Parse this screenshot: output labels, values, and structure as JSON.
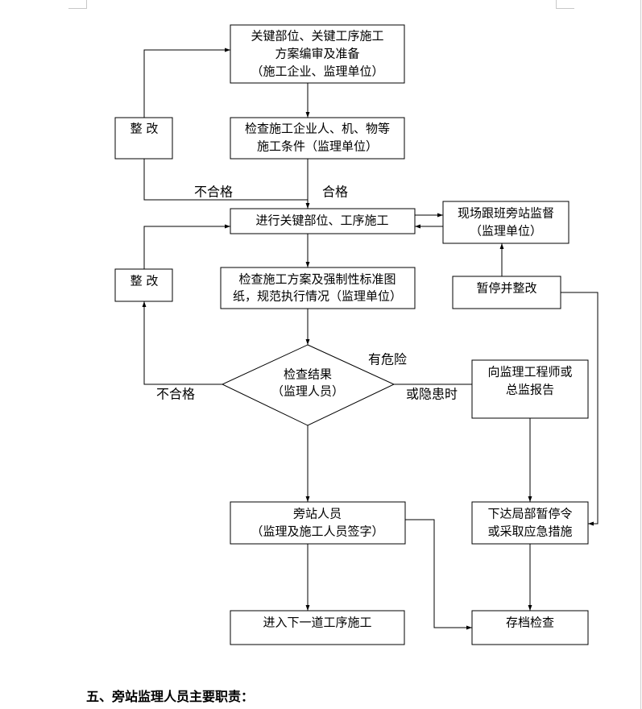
{
  "nodes": {
    "plan": {
      "lines": [
        "关键部位、关键工序施工",
        "方案编审及准备",
        "（施工企业、监理单位）"
      ]
    },
    "check_cond": {
      "lines": [
        "检查施工企业人、机、物等",
        "施工条件（监理单位）"
      ]
    },
    "rectify1": {
      "lines": [
        "整 改"
      ]
    },
    "construct": {
      "lines": [
        "进行关键部位、工序施工"
      ]
    },
    "supervise": {
      "lines": [
        "现场跟班旁站监督",
        "（监理单位）"
      ]
    },
    "rectify2": {
      "lines": [
        "整 改"
      ]
    },
    "check_plan": {
      "lines": [
        "检查施工方案及强制性标准图",
        "纸，规范执行情况（监理单位）"
      ]
    },
    "suspend": {
      "lines": [
        "暂停并整改"
      ]
    },
    "result": {
      "lines": [
        "检查结果",
        "（监理人员）"
      ]
    },
    "report": {
      "lines": [
        "向监理工程师或",
        "总监报告"
      ]
    },
    "sign": {
      "lines": [
        "旁站人员",
        "（监理及施工人员签字）"
      ]
    },
    "order": {
      "lines": [
        "下达局部暂停令",
        "或采取应急措施"
      ]
    },
    "next": {
      "lines": [
        "进入下一道工序施工"
      ]
    },
    "archive": {
      "lines": [
        "存档检查"
      ]
    }
  },
  "edge_labels": {
    "fail1": "不合格",
    "pass1": "合格",
    "danger1": "有危险",
    "danger2": "或隐患时",
    "fail2": "不合格"
  },
  "section_title": "五、旁站监理人员主要职责："
}
